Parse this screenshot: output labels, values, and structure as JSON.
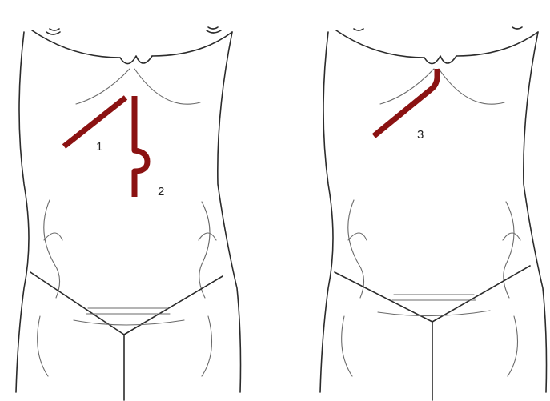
{
  "colors": {
    "incision": "#8b1212",
    "outline": "#2b2b2b"
  },
  "labels": {
    "incision_1": "1",
    "incision_2": "2",
    "incision_3": "3"
  }
}
